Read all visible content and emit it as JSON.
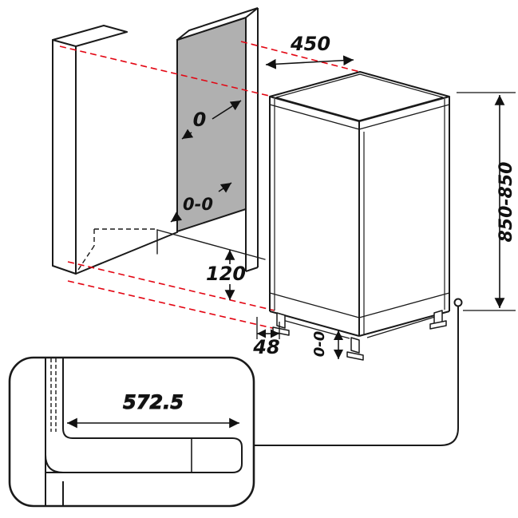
{
  "diagram": {
    "kind": "appliance-installation-dimension-diagram",
    "colors": {
      "line": "#1a1a1a",
      "alignment_dashed": "#e30613",
      "panel_fill": "#b0b0b0",
      "background": "#ffffff"
    },
    "dimensions": {
      "niche_width": "450",
      "appliance_height": "850-850",
      "top_gap": "0",
      "side_gap": "0-0",
      "plinth_height": "120",
      "foot_offset": "48",
      "foot_adjust": "0-0",
      "detail_depth": "572.5"
    }
  }
}
